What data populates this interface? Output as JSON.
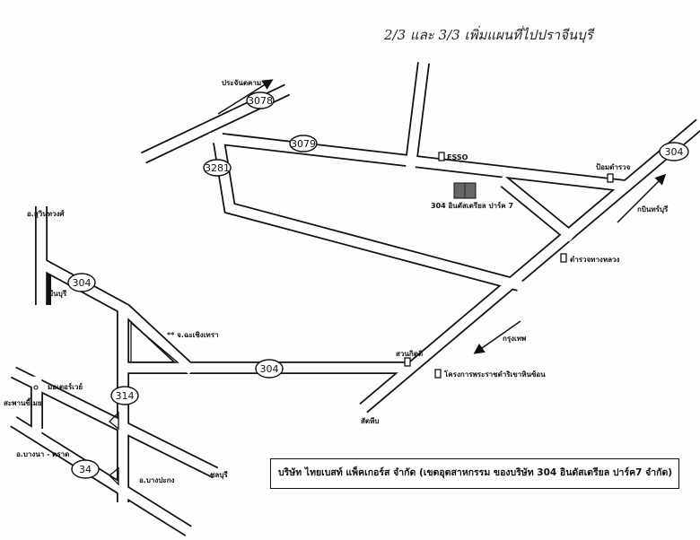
{
  "header": {
    "handwritten_note": "2/3 และ 3/3 เพิ่มแผนที่ไปปราจีนบุรี"
  },
  "routes": {
    "r3078": "3078",
    "r3079": "3079",
    "r3281": "3281",
    "r304_ne": "304",
    "r304_w": "304",
    "r304_nw": "304",
    "r314": "314",
    "r34": "34"
  },
  "places": {
    "prachantakham": "ประจันตคาม",
    "esso": "ESSO",
    "factory": "304 อินดัสเตรียล ปาร์ค 7",
    "police_box": "ป้อมตำรวจ",
    "kabinburi": "กบินทร์บุรี",
    "highway_police": "ตำรวจทางหลวง",
    "suwinthawong": "อ.สุวินทวงศ์",
    "minburi": "มีนบุรี",
    "chachoengsao": "** จ.ฉะเชิงเทรา",
    "suan_kitti": "สวนกิตติ",
    "royal_project": "โครงการพระราชดำริเขาหินซ้อน",
    "bangkok": "กรุงเทพ",
    "sattahip": "สัตหีบ",
    "motorway": "มอเตอร์เวย์",
    "saphan": "สะพานขี้เมย",
    "bangna_trat": "อ.บางนา - ตราด",
    "bang_pakong": "อ.บางปะกง",
    "chonburi": "ชลบุรี"
  },
  "footer": {
    "caption": "บริษัท ไทยเบสท์ แพ็คเกอร์ส จำกัด (เขตอุตสาหกรรม ของบริษัท 304 อินดัสเตรียล ปาร์ค7 จำกัด)"
  }
}
